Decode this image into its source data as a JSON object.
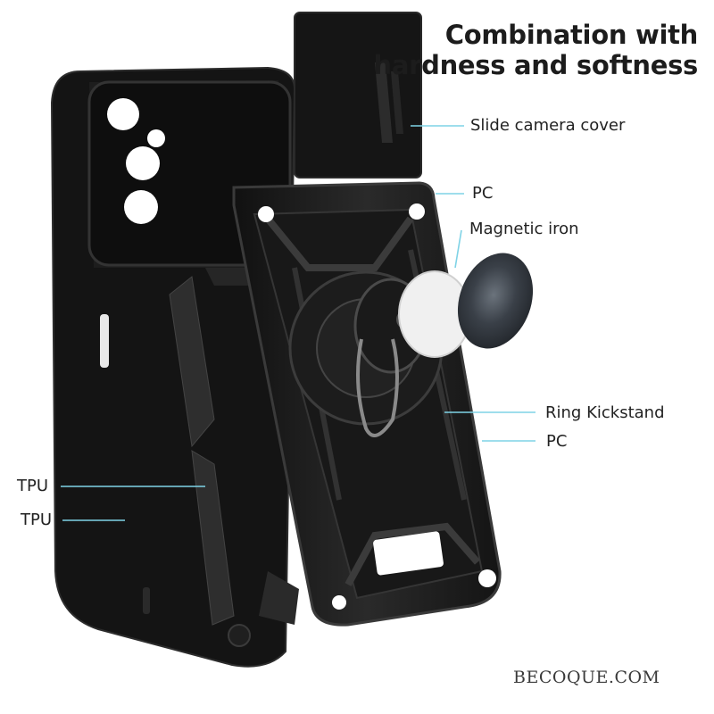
{
  "headline": {
    "line1": "Combination with",
    "line2": "hardness and softness"
  },
  "labels": {
    "slide_camera_cover": "Slide camera cover",
    "pc_top": "PC",
    "magnetic_iron": "Magnetic iron",
    "ring_kickstand": "Ring Kickstand",
    "pc_bottom": "PC",
    "tpu_upper": "TPU",
    "tpu_lower": "TPU"
  },
  "watermark": "BECOQUE.COM",
  "colors": {
    "leader_line": "#7fd3e6",
    "case_body": "#1a1a1a",
    "text": "#222222"
  }
}
